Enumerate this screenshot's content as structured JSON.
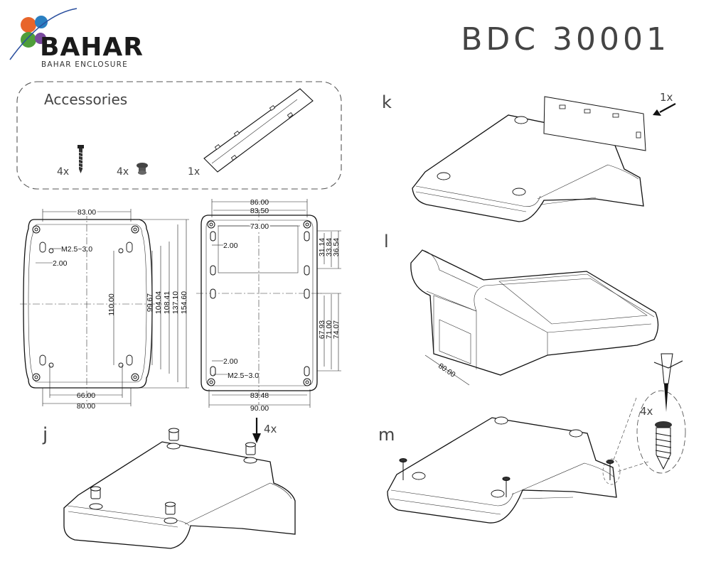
{
  "logo": {
    "name": "BAHAR",
    "tagline": "BAHAR ENCLOSURE"
  },
  "model": "BDC 30001",
  "accessories": {
    "title": "Accessories",
    "items": [
      {
        "qty": "4x",
        "icon": "screw-icon"
      },
      {
        "qty": "4x",
        "icon": "rubber-foot-icon"
      },
      {
        "qty": "1x",
        "icon": "panel-icon"
      }
    ]
  },
  "steps": {
    "k": {
      "label": "k",
      "qty": "1x"
    },
    "l": {
      "label": "l",
      "dim": "80.00"
    },
    "j": {
      "label": "j",
      "qty": "4x"
    },
    "m": {
      "label": "m",
      "qty": "4x"
    }
  },
  "views": {
    "left": {
      "top": "83.00",
      "hole_note": "M2.5~3.0",
      "offset": "2.00",
      "bottom": [
        "66.00",
        "80.00"
      ],
      "inner_height": "110.00",
      "right": [
        "99.67",
        "104.04",
        "108.41",
        "137.10",
        "154.60"
      ]
    },
    "right": {
      "top": [
        "86.00",
        "83.50",
        "73.00"
      ],
      "offset_top": "2.00",
      "offset_bottom": "2.00",
      "hole_note": "M2.5~3.0",
      "bottom": [
        "83.48",
        "90.00"
      ],
      "right_upper": [
        "31.14",
        "33.84",
        "36.54"
      ],
      "right_lower": [
        "67.93",
        "71.00",
        "74.07"
      ]
    }
  }
}
